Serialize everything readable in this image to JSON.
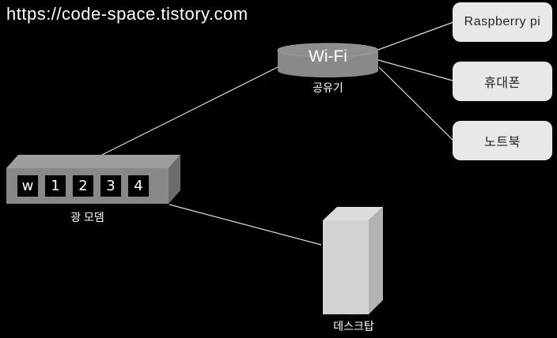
{
  "watermark": "https://code-space.tistory.com",
  "router": {
    "name": "Wi-Fi",
    "label": "공유기"
  },
  "modem": {
    "label": "광 모뎀",
    "ports": [
      "w",
      "1",
      "2",
      "3",
      "4"
    ]
  },
  "desktop": {
    "label": "데스크탑"
  },
  "devices": [
    {
      "label": "Raspberry pi"
    },
    {
      "label": "휴대폰"
    },
    {
      "label": "노트북"
    }
  ],
  "connections": [
    {
      "from": "광 모뎀",
      "to": "Wi-Fi 공유기"
    },
    {
      "from": "광 모뎀",
      "to": "데스크탑"
    },
    {
      "from": "Wi-Fi 공유기",
      "to": "Raspberry pi"
    },
    {
      "from": "Wi-Fi 공유기",
      "to": "휴대폰"
    },
    {
      "from": "Wi-Fi 공유기",
      "to": "노트북"
    }
  ],
  "colors": {
    "background": "#000000",
    "text_light": "#ffffff",
    "line": "#dddddd",
    "device_box_fill": "#e8e8e8",
    "device_box_text": "#262626",
    "cylinder_fill": "#898989",
    "modem_front": "#888888",
    "modem_top": "#9e9e9e",
    "modem_side": "#6d6d6d",
    "desktop_front": "#d2d2d2",
    "desktop_top": "#dcdcdc",
    "desktop_side": "#b3b3b3",
    "port_fill": "#000000"
  }
}
